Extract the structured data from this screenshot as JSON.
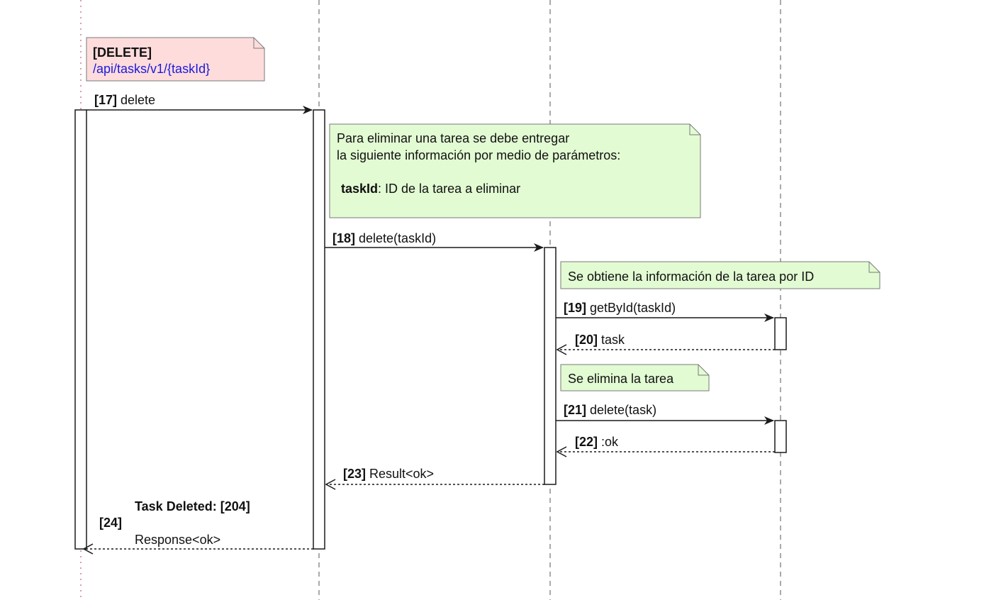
{
  "route_note": {
    "method": "[DELETE]",
    "path": "/api/tasks/v1/{taskId}"
  },
  "info_note": {
    "line1": "Para eliminar una tarea se debe entregar",
    "line2": "la siguiente información por medio de parámetros:",
    "param_name": "taskId",
    "param_desc": ": ID de la tarea a eliminar"
  },
  "step_note_1": "Se obtiene la información de la tarea por ID",
  "step_note_2": "Se elimina la tarea",
  "messages": [
    {
      "num": "[17]",
      "text": "delete"
    },
    {
      "num": "[18]",
      "text": "delete(taskId)"
    },
    {
      "num": "[19]",
      "text": "getById(taskId)"
    },
    {
      "num": "[20]",
      "text": "task"
    },
    {
      "num": "[21]",
      "text": "delete(task)"
    },
    {
      "num": "[22]",
      "text": ":ok"
    },
    {
      "num": "[23]",
      "text": "Result<ok>"
    },
    {
      "num": "[24]",
      "title": "Task Deleted: [204]",
      "text": "Response<ok>"
    }
  ],
  "colors": {
    "route_note_fill": "#ffdcdc",
    "info_note_fill": "#e2fbd3",
    "note_border": "#7a7a7a",
    "first_lifeline": "#c23a5a",
    "lifeline": "#555555",
    "link_text": "#1a1adc"
  }
}
